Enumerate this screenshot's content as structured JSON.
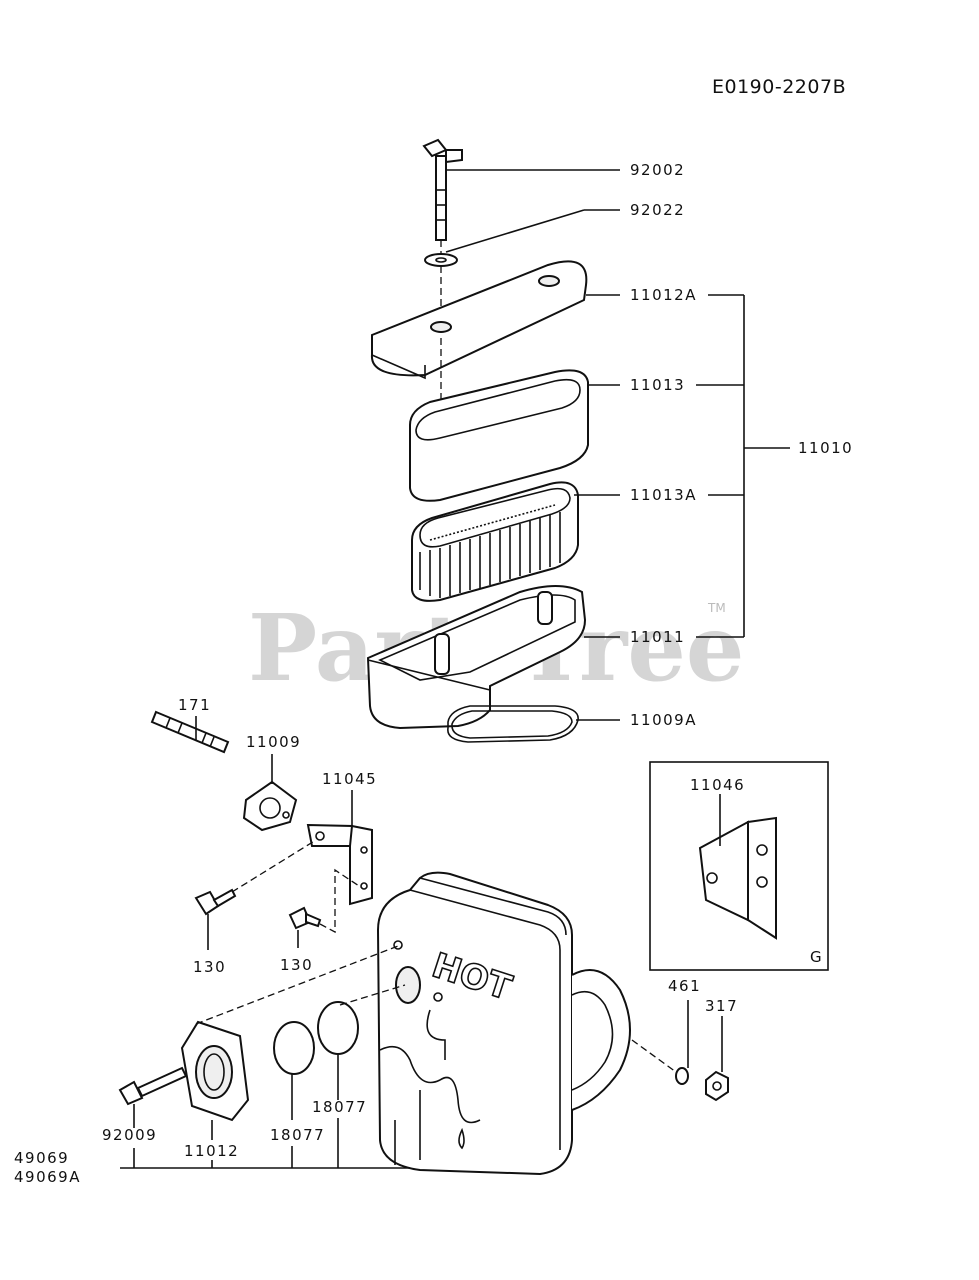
{
  "diagram_code": "E0190-2207B",
  "watermark": "PartsTree",
  "watermark_tm": "TM",
  "inset_label": "G",
  "hot_text": "HOT",
  "parts": {
    "p92002": "92002",
    "p92022": "92022",
    "p11012A": "11012A",
    "p11013": "11013",
    "p11010": "11010",
    "p11013A": "11013A",
    "p11011": "11011",
    "p11009A": "11009A",
    "p171": "171",
    "p11009": "11009",
    "p11045": "11045",
    "p11046": "11046",
    "p130a": "130",
    "p130b": "130",
    "p461": "461",
    "p317": "317",
    "p92009": "92009",
    "p11012": "11012",
    "p18077a": "18077",
    "p18077b": "18077",
    "p49069": "49069",
    "p49069A": "49069A"
  }
}
